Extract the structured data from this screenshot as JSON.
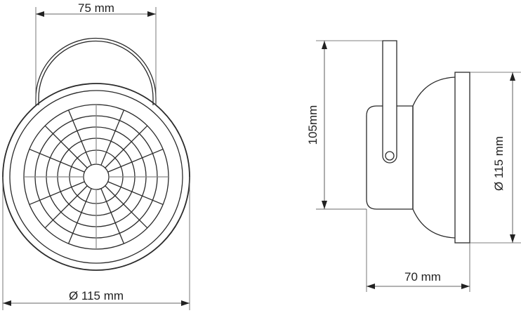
{
  "front_view": {
    "width_label": "75 mm",
    "diameter_label": "Ø 115 mm"
  },
  "side_view": {
    "height_label": "105mm",
    "diameter_label": "Ø 115 mm",
    "depth_label": "70 mm"
  }
}
